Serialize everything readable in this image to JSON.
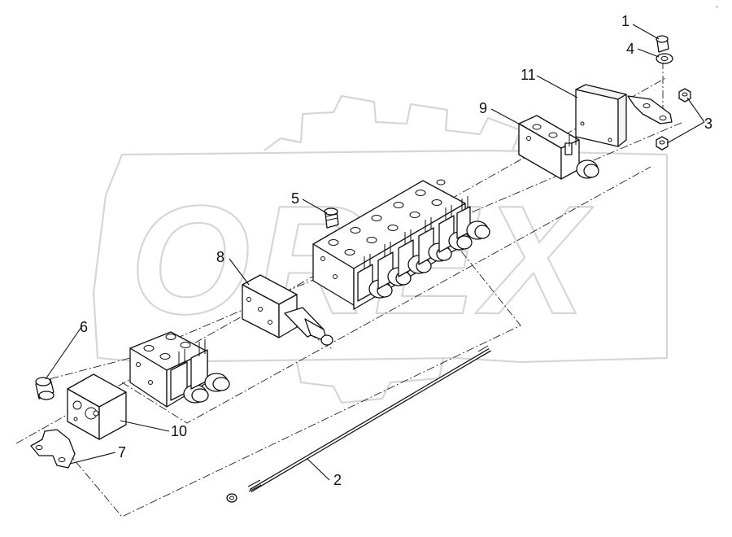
{
  "callouts": {
    "c1": "1",
    "c2": "2",
    "c3": "3",
    "c4": "4",
    "c5": "5",
    "c6": "6",
    "c7": "7",
    "c8": "8",
    "c9": "9",
    "c10": "10",
    "c11": "11"
  },
  "watermark_text": "OREX",
  "colors": {
    "ink": "#111111",
    "watermark": "#d6d6d6"
  }
}
